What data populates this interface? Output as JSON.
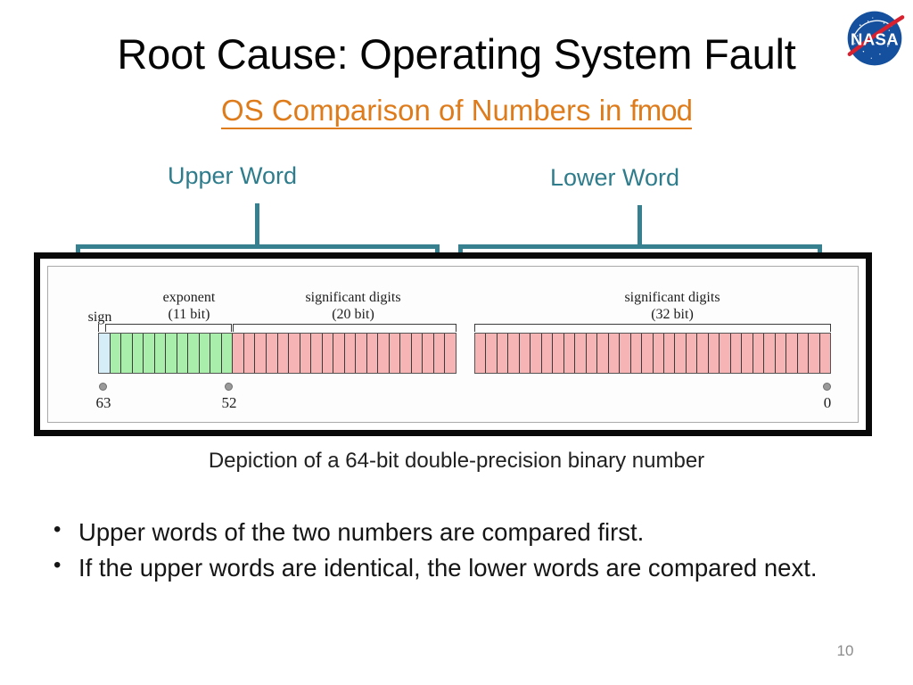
{
  "slide": {
    "title": "Root Cause: Operating System Fault",
    "subtitle_prefix": "OS Comparison of Numbers in ",
    "subtitle_code": "fmod",
    "number": "10"
  },
  "logo": {
    "name": "nasa-meatball-logo",
    "wordmark": "NASA",
    "circle_color": "#14509e",
    "swoosh_color": "#d8202f",
    "text_color": "#ffffff"
  },
  "annotations": {
    "accent_color": "#37808f",
    "upper_word_label": "Upper Word",
    "lower_word_label": "Lower Word"
  },
  "diagram": {
    "caption": "Depiction of a 64-bit double-precision binary number",
    "frame_color": "#090909",
    "fields": [
      {
        "id": "sign",
        "label_line1": "sign",
        "label_line2": "",
        "bits": 1,
        "color": "#d4edf7"
      },
      {
        "id": "exponent",
        "label_line1": "exponent",
        "label_line2": "(11 bit)",
        "bits": 11,
        "color": "#a9eeaa"
      },
      {
        "id": "mantissa-hi",
        "label_line1": "significant digits",
        "label_line2": "(20 bit)",
        "bits": 20,
        "color": "#f6b4b4"
      },
      {
        "id": "mantissa-lo",
        "label_line1": "significant digits",
        "label_line2": "(32 bit)",
        "bits": 32,
        "color": "#f6b4b4"
      }
    ],
    "bit_markers": [
      {
        "id": "bit-63",
        "label": "63"
      },
      {
        "id": "bit-52",
        "label": "52"
      },
      {
        "id": "bit-0",
        "label": "0"
      }
    ],
    "words": [
      {
        "id": "upper-word",
        "label": "Upper Word",
        "bits": 32
      },
      {
        "id": "lower-word",
        "label": "Lower Word",
        "bits": 32
      }
    ]
  },
  "bullets": [
    "Upper words of the two numbers are compared first.",
    "If the upper words are identical, the lower words are compared next."
  ]
}
